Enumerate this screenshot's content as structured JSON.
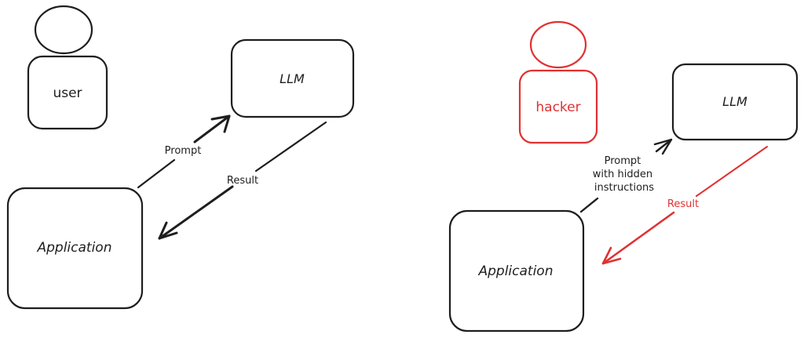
{
  "colors": {
    "ink": "#1e1e1e",
    "attacker": "#e03131",
    "background": "#ffffff"
  },
  "left_diagram": {
    "actor": {
      "label": "user",
      "icon": "person-icon"
    },
    "llm": {
      "label": "LLM"
    },
    "application": {
      "label": "Application"
    },
    "prompt_arrow": {
      "label": "Prompt"
    },
    "result_arrow": {
      "label": "Result"
    }
  },
  "right_diagram": {
    "actor": {
      "label": "hacker",
      "icon": "person-icon"
    },
    "llm": {
      "label": "LLM"
    },
    "application": {
      "label": "Application"
    },
    "prompt_arrow": {
      "label_lines": [
        "Prompt",
        "with hidden",
        "instructions"
      ]
    },
    "result_arrow": {
      "label": "Result"
    }
  }
}
